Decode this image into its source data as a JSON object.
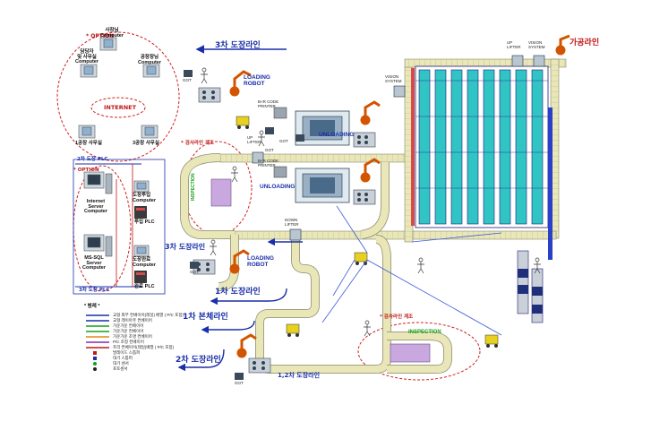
{
  "top": {
    "line3_top": "3차 도장라인",
    "option_top": "* OPTION",
    "internet": "INTERNET",
    "final_line": "가공라인",
    "up_lifter_top": "UP\nLIFTER",
    "vision_top": "VISION\nSYSTEM"
  },
  "offices": {
    "pc1": "사장님\nComputer",
    "pc2": "담당자\n및 사무실\nComputer",
    "pc3": "공장장님\nComputer",
    "pc4": "1공장 사무실",
    "pc5": "3공장 사무실"
  },
  "servers": {
    "plc2": "2차 도장 PLC",
    "option2": "* OPTION",
    "internet_server": "Internet\nServer\nComputer",
    "msql_server": "MS-SQL\nServer\nComputer",
    "plc3": "3차 도장 PLC",
    "dojang_input": "도장투입\nComputer",
    "input_plc": "투입 PLC",
    "dojang_output": "도장완료\nComputer",
    "output_plc": "완료 PLC"
  },
  "plant": {
    "loading_robot_1": "LOADING\nROBOT",
    "loading_robot_2": "LOADING\nROBOT",
    "unloading_1": "UNLOADING",
    "unloading_2": "UNLOADING",
    "vision_mid": "VISION\nSYSTEM",
    "barcode_1": "B<R CODE\nPRINTER",
    "barcode_2": "B<R CODE\nPRINTER",
    "got_1": "GOT",
    "got_2": "GOT",
    "got_3": "GOT",
    "got_4": "GOT",
    "got_5": "GOT",
    "up_lifter_mid": "UP\nLIFTER",
    "down_lifter": "DOWN\nLIFTER",
    "inspect_top": "* 검사라인 계조",
    "inspect_bottom": "* 검사라인 계조",
    "inspection": "INSPECTION",
    "inspection_left": "INSPECTION",
    "line3_mid": "3차 도장라인",
    "line1_coat": "1차 도장라인",
    "line1_main": "1차 본체라인",
    "line2_coat": "2차 도장라인",
    "line12_coat": "1,2차 도장라인"
  },
  "legend": {
    "title": "* 범례 *",
    "items": [
      {
        "label": "교형 외부 컨베이어(레일) 배열 ( P/C 포함)",
        "color": "#1a2fa8"
      },
      {
        "label": "교형 레이아웃 컨베이어",
        "color": "#1a2fa8"
      },
      {
        "label": "가운가운 컨베이어",
        "color": "#15a015"
      },
      {
        "label": "가운가운 컨베이어",
        "color": "#15a015"
      },
      {
        "label": "가운가운 조명 컨베이어",
        "color": "#e08a12"
      },
      {
        "label": "P/C 조정 컨베이어",
        "color": "#8a2aa8"
      },
      {
        "label": "프리 컨베이어(레일)배열 ( P/C 포함)",
        "color": "#c01818"
      },
      {
        "label": "발레이드 스톱퍼",
        "color": "#c01818"
      },
      {
        "label": "대기 스톱퍼",
        "color": "#1a2fa8"
      },
      {
        "label": "대기 센서",
        "color": "#15a015"
      },
      {
        "label": "포토센서",
        "color": "#222222"
      }
    ]
  },
  "colors": {
    "conveyor_fill": "#e9e6b8",
    "conveyor_edge": "#8a8a70",
    "rack_fill": "#31c4c4",
    "rack_frame": "#1f1f7a",
    "blue_line": "#1a2fa8",
    "red_dash": "#d02020",
    "purple_box": "#c9a8e0"
  }
}
